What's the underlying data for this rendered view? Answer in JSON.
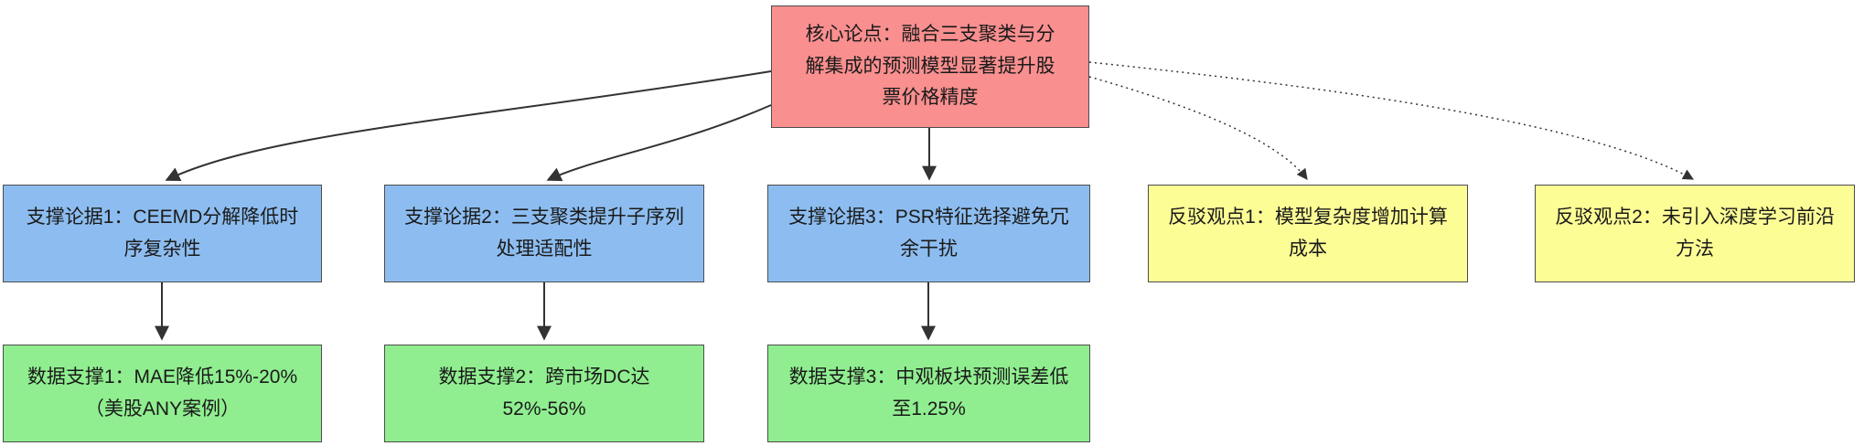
{
  "diagram": {
    "nodes": {
      "core": {
        "label": "核心论点：融合三支聚类与分解集成的预测模型显著提升股票价格精度",
        "color": "#f98f8f",
        "role": "core-thesis"
      },
      "support1": {
        "label": "支撑论据1：CEEMD分解降低时序复杂性",
        "color": "#8dbdf0",
        "role": "supporting-argument"
      },
      "support2": {
        "label": "支撑论据2：三支聚类提升子序列处理适配性",
        "color": "#8dbdf0",
        "role": "supporting-argument"
      },
      "support3": {
        "label": "支撑论据3：PSR特征选择避免冗余干扰",
        "color": "#8dbdf0",
        "role": "supporting-argument"
      },
      "counter1": {
        "label": "反驳观点1：模型复杂度增加计算成本",
        "color": "#fdfd96",
        "role": "counter-argument"
      },
      "counter2": {
        "label": "反驳观点2：未引入深度学习前沿方法",
        "color": "#fdfd96",
        "role": "counter-argument"
      },
      "data1": {
        "label": "数据支撑1：MAE降低15%-20%（美股ANY案例）",
        "color": "#90ee90",
        "role": "data-support"
      },
      "data2": {
        "label": "数据支撑2：跨市场DC达52%-56%",
        "color": "#90ee90",
        "role": "data-support"
      },
      "data3": {
        "label": "数据支撑3：中观板块预测误差低至1.25%",
        "color": "#90ee90",
        "role": "data-support"
      }
    },
    "edges": [
      {
        "from": "core",
        "to": "support1",
        "style": "solid"
      },
      {
        "from": "core",
        "to": "support2",
        "style": "solid"
      },
      {
        "from": "core",
        "to": "support3",
        "style": "solid"
      },
      {
        "from": "core",
        "to": "counter1",
        "style": "dotted"
      },
      {
        "from": "core",
        "to": "counter2",
        "style": "dotted"
      },
      {
        "from": "support1",
        "to": "data1",
        "style": "solid"
      },
      {
        "from": "support2",
        "to": "data2",
        "style": "solid"
      },
      {
        "from": "support3",
        "to": "data3",
        "style": "solid"
      }
    ],
    "colors": {
      "edge_stroke": "#333333",
      "node_border": "#4d4d4d",
      "background": "#ffffff"
    }
  }
}
